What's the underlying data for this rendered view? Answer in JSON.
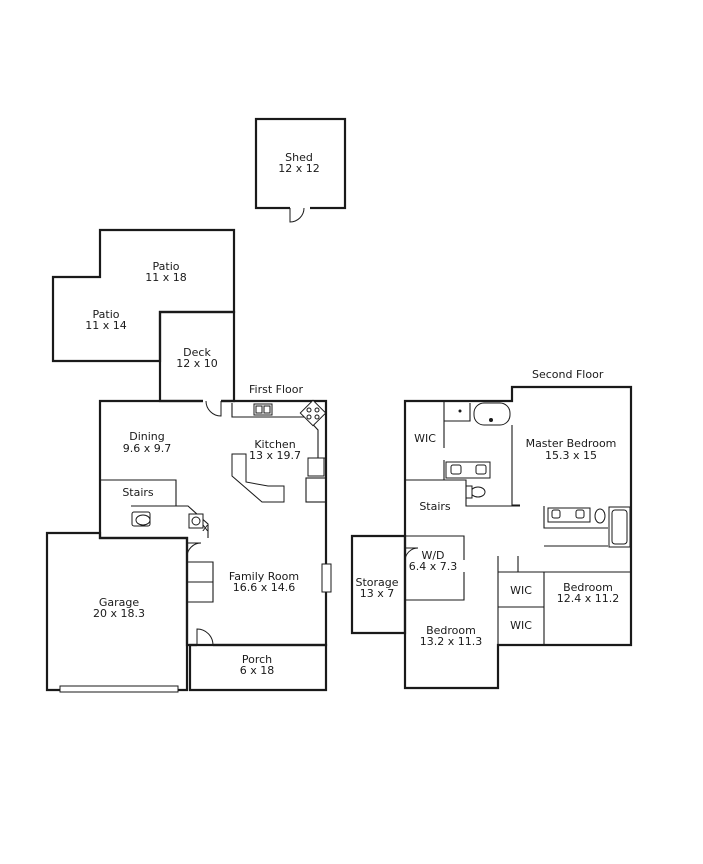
{
  "floor_labels": {
    "first": "First Floor",
    "second": "Second Floor"
  },
  "rooms": {
    "shed": {
      "name": "Shed",
      "dims": "12 x 12"
    },
    "patio_upper": {
      "name": "Patio",
      "dims": "11 x 18"
    },
    "patio_lower": {
      "name": "Patio",
      "dims": "11 x 14"
    },
    "deck": {
      "name": "Deck",
      "dims": "12 x 10"
    },
    "dining": {
      "name": "Dining",
      "dims": "9.6 x 9.7"
    },
    "kitchen": {
      "name": "Kitchen",
      "dims": "13 x 19.7"
    },
    "stairs_first": {
      "name": "Stairs"
    },
    "family_room": {
      "name": "Family Room",
      "dims": "16.6 x 14.6"
    },
    "garage": {
      "name": "Garage",
      "dims": "20 x 18.3"
    },
    "porch": {
      "name": "Porch",
      "dims": "6 x 18"
    },
    "wic_top": {
      "name": "WIC"
    },
    "master_bedroom": {
      "name": "Master Bedroom",
      "dims": "15.3 x 15"
    },
    "stairs_second": {
      "name": "Stairs"
    },
    "wd": {
      "name": "W/D",
      "dims": "6.4 x 7.3"
    },
    "storage": {
      "name": "Storage",
      "dims": "13 x 7"
    },
    "wic_mid": {
      "name": "WIC"
    },
    "wic_low": {
      "name": "WIC"
    },
    "bedroom_right": {
      "name": "Bedroom",
      "dims": "12.4 x 11.2"
    },
    "bedroom_bottom": {
      "name": "Bedroom",
      "dims": "13.2 x 11.3"
    }
  }
}
